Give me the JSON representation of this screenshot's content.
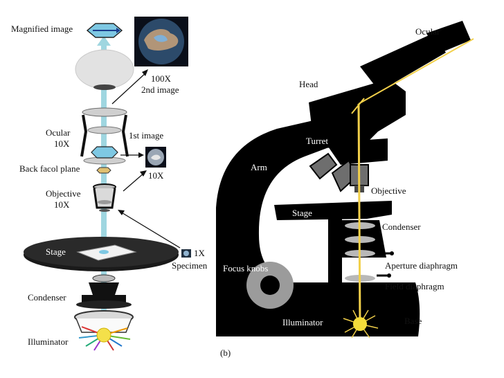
{
  "left": {
    "labels": {
      "magnified_image": "Magnified image",
      "second_image_mag": "100X",
      "second_image": "2nd image",
      "ocular": "Ocular",
      "ocular_mag": "10X",
      "first_image": "1st image",
      "back_focal_plane": "Back facol plane",
      "first_image_mag": "10X",
      "objective": "Objective",
      "objective_mag": "10X",
      "stage": "Stage",
      "specimen_mag": "1X",
      "specimen": "Specimen",
      "condenser": "Condenser",
      "illuminator": "Illuminator"
    }
  },
  "right": {
    "labels": {
      "ocular": "Ocular",
      "head": "Head",
      "turret": "Turret",
      "arm": "Arm",
      "objective": "Objective",
      "stage": "Stage",
      "condenser": "Condenser",
      "aperture_diaphragm": "Aperture diaphragm",
      "focus_knobs": "Focus knobs",
      "field_diaphragm": "Field diaphragm",
      "illuminator": "Illuminator",
      "base": "Base"
    },
    "panel_label": "(b)"
  },
  "colors": {
    "light_beam": "#9fd6e0",
    "lens": "#c8c8c8",
    "hexagon": "#7ec8e3",
    "body": "#000000",
    "light_path": "#f2d04a"
  }
}
